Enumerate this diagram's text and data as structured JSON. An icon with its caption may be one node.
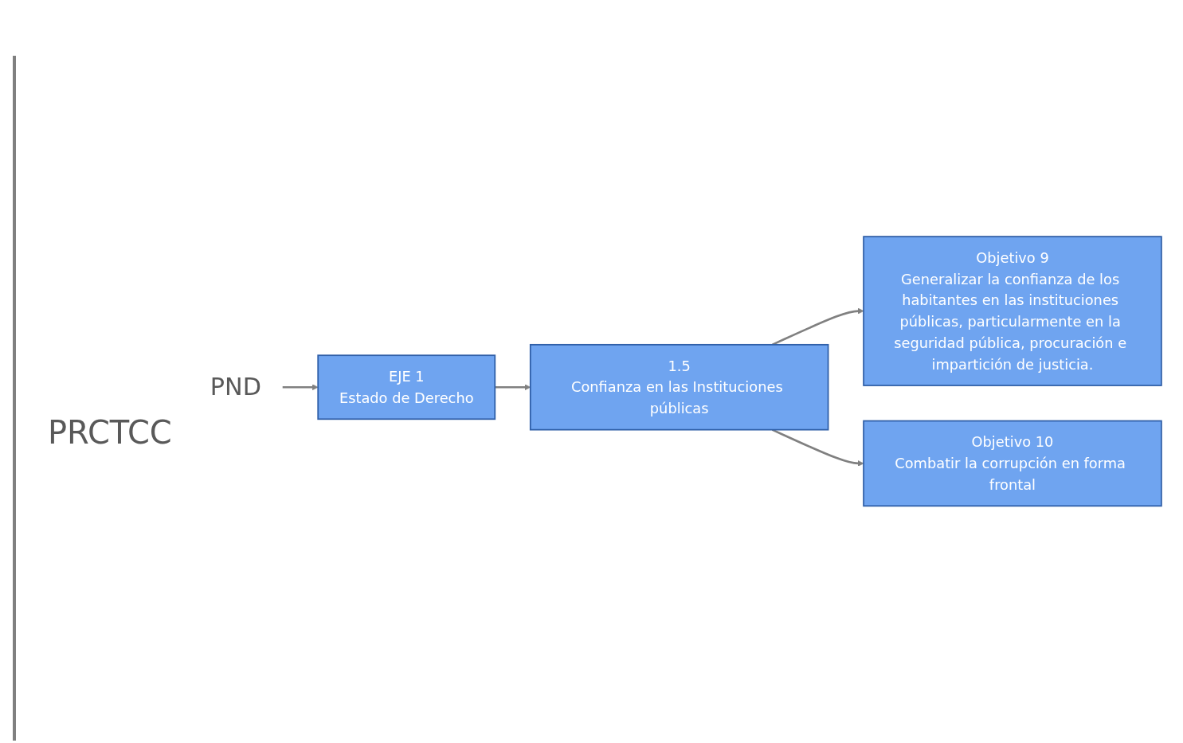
{
  "diagram": {
    "nodes": [
      {
        "text": [
          "PND"
        ]
      },
      {
        "text": [
          "EJE 1",
          "Estado de Derecho"
        ]
      },
      {
        "text": [
          "1.5",
          "Confianza en las Instituciones públicas"
        ]
      },
      {
        "text": [
          "Objetivo 9",
          "Generalizar la confianza de los habitantes en las instituciones públicas, particularmente en la seguridad pública, procuración e impartición de justicia."
        ]
      },
      {
        "text": [
          "Objetivo 10",
          "Combatir la corrupción en forma frontal"
        ]
      }
    ],
    "edges": [
      {
        "from": 0,
        "to": 1,
        "arrow": "to"
      },
      {
        "from": 1,
        "to": 2,
        "arrow": "to"
      },
      {
        "from": 2,
        "to": 3,
        "arrow": "to"
      },
      {
        "from": 2,
        "to": 4,
        "arrow": "to"
      }
    ],
    "labels": [
      "PRCTCC"
    ]
  }
}
